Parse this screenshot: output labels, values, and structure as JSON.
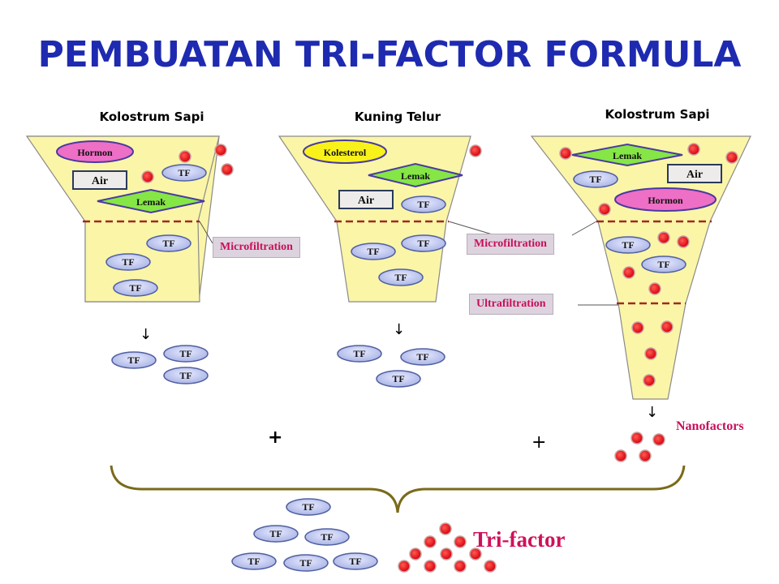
{
  "title": "PEMBUATAN TRI-FACTOR FORMULA",
  "columns": [
    {
      "label": "Kolostrum Sapi"
    },
    {
      "label": "Kuning Telur"
    },
    {
      "label": "Kolostrum Sapi"
    }
  ],
  "components": {
    "hormon": "Hormon",
    "air": "Air",
    "lemak": "Lemak",
    "kolesterol": "Kolesterol",
    "tf": "TF"
  },
  "filters": {
    "micro_1": "Microfiltration",
    "micro_2": "Microfiltration",
    "ultra": "Ultrafiltration"
  },
  "nanofactors_label": "Nanofactors",
  "trifactor_label": "Tri-factor",
  "plus_sign": "+",
  "arrow_glyph": "↓",
  "colors": {
    "title": "#1e2ab0",
    "funnel_fill": "#fbf5a8",
    "tf_fill": "#c6cdf0",
    "hormon_fill": "#ee6fc6",
    "lemak_fill": "#85e645",
    "kolesterol_fill": "#f8f21a",
    "air_fill": "#eeecea",
    "red_dot": "#e0101a",
    "filter_line": "#a02a1e",
    "brace": "#7a6a1a",
    "accent_label": "#c8105a"
  }
}
